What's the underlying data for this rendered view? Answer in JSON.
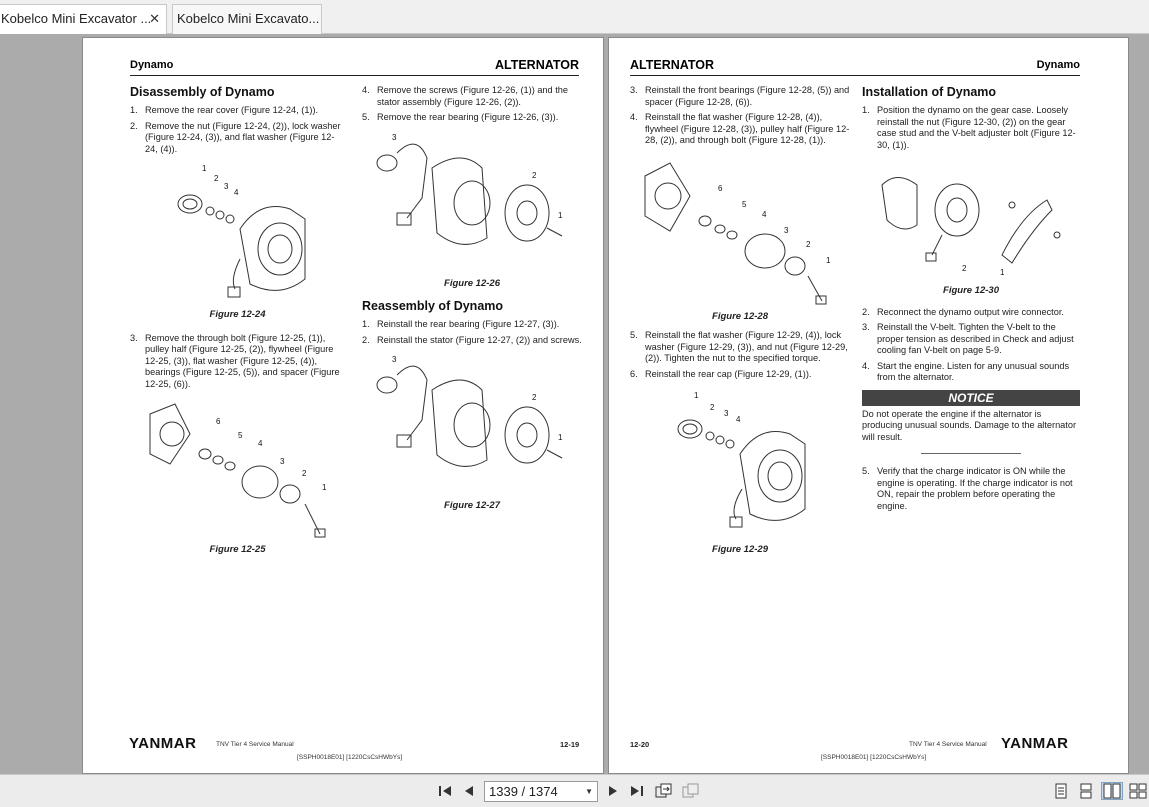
{
  "tabs": [
    {
      "label": "Kobelco Mini Excavator ...",
      "close": "✕",
      "active": true
    },
    {
      "label": "Kobelco Mini Excavato...",
      "active": false
    }
  ],
  "left_page": {
    "header_left": "Dynamo",
    "header_right": "ALTERNATOR",
    "disassembly_title": "Disassembly of Dynamo",
    "disassembly_steps": [
      {
        "n": "1.",
        "text": "Remove the rear cover (Figure 12-24, (1))."
      },
      {
        "n": "2.",
        "text": "Remove the nut (Figure 12-24, (2)), lock washer (Figure 12-24, (3)), and flat washer (Figure 12-24, (4))."
      },
      {
        "n": "3.",
        "text": "Remove the through bolt (Figure 12-25, (1)), pulley half (Figure 12-25, (2)), flywheel (Figure 12-25, (3)), flat washer (Figure 12-25, (4)), bearings (Figure 12-25, (5)), and spacer (Figure 12-25, (6))."
      },
      {
        "n": "4.",
        "text": "Remove the screws (Figure 12-26, (1)) and the stator assembly (Figure 12-26, (2))."
      },
      {
        "n": "5.",
        "text": "Remove the rear bearing (Figure 12-26, (3))."
      }
    ],
    "reassembly_title": "Reassembly of Dynamo",
    "reassembly_steps": [
      {
        "n": "1.",
        "text": "Reinstall the rear bearing (Figure 12-27, (3))."
      },
      {
        "n": "2.",
        "text": "Reinstall the stator (Figure 12-27, (2)) and screws."
      }
    ],
    "figures": {
      "f24": "Figure 12-24",
      "f25": "Figure 12-25",
      "f26": "Figure 12-26",
      "f27": "Figure 12-27"
    },
    "footer_brand": "YANMAR",
    "footer_manual": "TNV Tier 4 Service Manual",
    "footer_code": "[SSPH0018E01] [1220CsCsHWbYs]",
    "page_number": "12-19"
  },
  "right_page": {
    "header_left": "ALTERNATOR",
    "header_right": "Dynamo",
    "steps_a": [
      {
        "n": "3.",
        "text": "Reinstall the front bearings (Figure 12-28, (5)) and spacer (Figure 12-28, (6))."
      },
      {
        "n": "4.",
        "text": "Reinstall the flat washer (Figure 12-28, (4)), flywheel (Figure 12-28, (3)), pulley half (Figure 12-28, (2)), and through bolt (Figure 12-28, (1))."
      }
    ],
    "steps_b": [
      {
        "n": "5.",
        "text": "Reinstall the flat washer (Figure 12-29, (4)), lock washer (Figure 12-29, (3)), and nut (Figure 12-29, (2)). Tighten the nut to the specified torque."
      },
      {
        "n": "6.",
        "text": "Reinstall the rear cap (Figure 12-29, (1))."
      }
    ],
    "installation_title": "Installation of Dynamo",
    "install_steps_a": [
      {
        "n": "1.",
        "text": "Position the dynamo on the gear case. Loosely reinstall the nut (Figure 12-30, (2)) on the gear case stud and the V-belt adjuster bolt (Figure 12-30, (1))."
      }
    ],
    "install_steps_b": [
      {
        "n": "2.",
        "text": "Reconnect the dynamo output wire connector."
      },
      {
        "n": "3.",
        "text": "Reinstall the V-belt. Tighten the V-belt to the proper tension as described in Check and adjust cooling fan V-belt on page 5-9."
      },
      {
        "n": "4.",
        "text": "Start the engine. Listen for any unusual sounds from the alternator."
      }
    ],
    "notice_label": "NOTICE",
    "notice_text": "Do not operate the engine if the alternator is producing unusual sounds. Damage to the alternator will result.",
    "install_steps_c": [
      {
        "n": "5.",
        "text": "Verify that the charge indicator is ON while the engine is operating. If the charge indicator is not ON, repair the problem before operating the engine."
      }
    ],
    "figures": {
      "f28": "Figure 12-28",
      "f29": "Figure 12-29",
      "f30": "Figure 12-30"
    },
    "footer_brand": "YANMAR",
    "footer_manual": "TNV Tier 4 Service Manual",
    "footer_code": "[SSPH0018E01] [1220CsCsHWbYs]",
    "page_number": "12-20"
  },
  "toolbar": {
    "page_value": "1339 / 1374",
    "first_icon": "first-page-icon",
    "prev_icon": "prev-page-icon",
    "next_icon": "next-page-icon",
    "last_icon": "last-page-icon"
  }
}
